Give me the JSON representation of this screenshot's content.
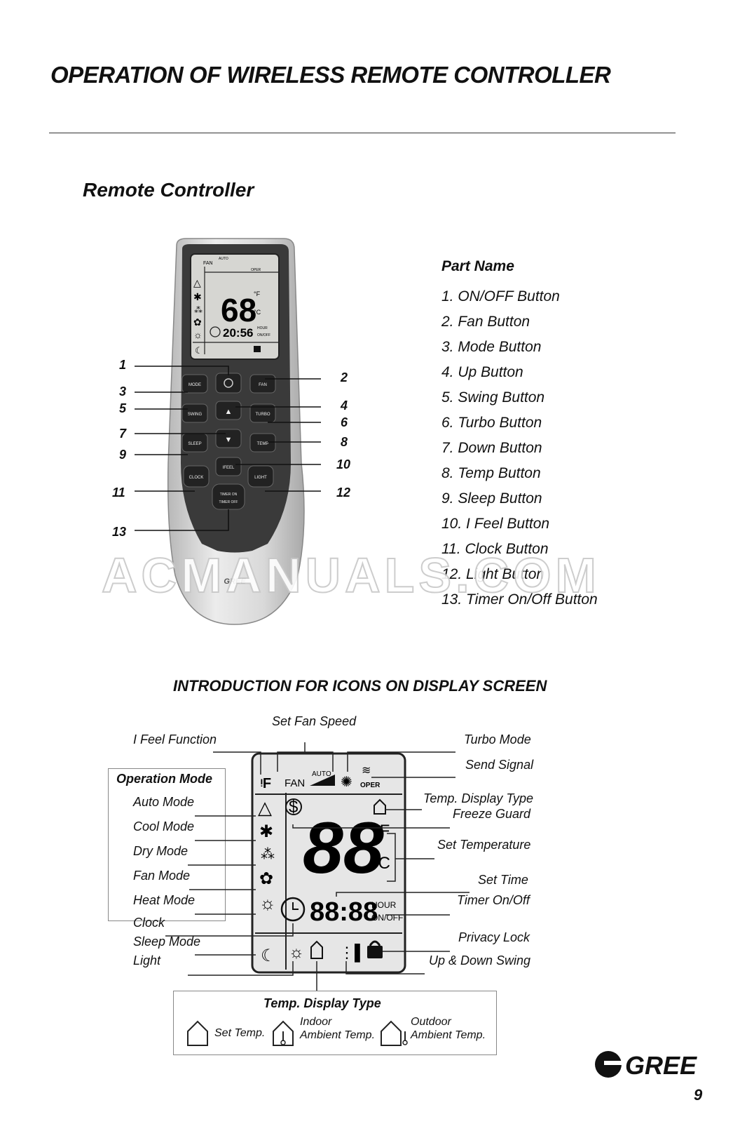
{
  "header": {
    "title": "OPERATION OF WIRELESS REMOTE CONTROLLER",
    "section_title": "Remote Controller"
  },
  "parts": {
    "title": "Part Name",
    "items": [
      "1. ON/OFF Button",
      "2. Fan Button",
      "3. Mode Button",
      "4. Up Button",
      "5. Swing Button",
      "6. Turbo Button",
      "7. Down Button",
      "8. Temp Button",
      "9. Sleep Button",
      "10. I Feel Button",
      "11. Clock Button",
      "12. Light Button",
      "13. Timer On/Off Button"
    ]
  },
  "remote": {
    "callouts": [
      "1",
      "2",
      "3",
      "4",
      "5",
      "6",
      "7",
      "8",
      "9",
      "10",
      "11",
      "12",
      "13"
    ],
    "buttons": {
      "mode": "MODE",
      "fan": "FAN",
      "swing": "SWING",
      "turbo": "TURBO",
      "sleep": "SLEEP",
      "temp": "TEMP",
      "ifeel": "IFEEL",
      "clock": "CLOCK",
      "light": "LIGHT",
      "timer_on": "TIMER ON",
      "timer_off": "TIMER OFF"
    },
    "lcd": {
      "fan": "FAN",
      "auto": "AUTO",
      "oper": "OPER",
      "temp": "68",
      "time": "20:56",
      "hour": "HOUR",
      "onoff": "ON/OFF",
      "f": "°F",
      "c": "°C"
    },
    "brand": "GREE"
  },
  "watermark": "ACMANUALS.COM",
  "icons_section": {
    "title": "INTRODUCTION FOR ICONS ON DISPLAY SCREEN",
    "set_fan_speed": "Set Fan Speed",
    "i_feel_function": "I Feel Function",
    "turbo_mode": "Turbo Mode",
    "send_signal": "Send Signal",
    "operation_mode": "Operation Mode",
    "auto_mode": "Auto Mode",
    "cool_mode": "Cool Mode",
    "dry_mode": "Dry Mode",
    "fan_mode": "Fan Mode",
    "heat_mode": "Heat Mode",
    "clock": "Clock",
    "sleep_mode": "Sleep Mode",
    "light": "Light",
    "temp_display_type": "Temp. Display Type",
    "freeze_guard": "Freeze Guard",
    "set_temperature": "Set Temperature",
    "set_time": "Set Time",
    "timer_on_off": "Timer On/Off",
    "privacy_lock": "Privacy Lock",
    "up_down_swing": "Up & Down Swing",
    "lcd": {
      "fan": "FAN",
      "auto": "AUTO",
      "oper": "OPER",
      "temp": "88",
      "time": "88:88",
      "hour": "HOUR",
      "onoff": "ON/OFF",
      "f": "°F",
      "c": "°C"
    }
  },
  "temp_display_box": {
    "title": "Temp. Display Type",
    "set_temp": "Set Temp.",
    "indoor_1": "Indoor",
    "indoor_2": "Ambient Temp.",
    "outdoor_1": "Outdoor",
    "outdoor_2": "Ambient Temp."
  },
  "footer": {
    "brand": "GREE",
    "page_number": "9"
  }
}
